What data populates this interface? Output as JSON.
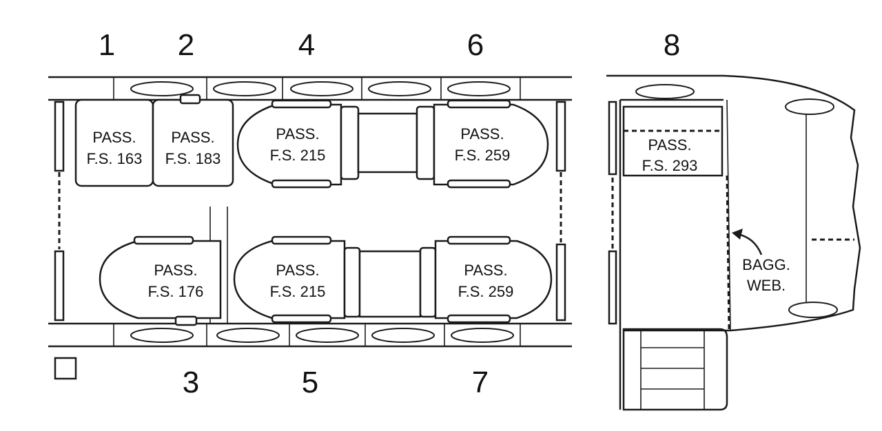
{
  "seat_positions": {
    "p1": "1",
    "p2": "2",
    "p3": "3",
    "p4": "4",
    "p5": "5",
    "p6": "6",
    "p7": "7",
    "p8": "8"
  },
  "seats": {
    "s1": {
      "line1": "PASS.",
      "line2": "F.S. 163"
    },
    "s2": {
      "line1": "PASS.",
      "line2": "F.S. 183"
    },
    "s3": {
      "line1": "PASS.",
      "line2": "F.S. 176"
    },
    "s4": {
      "line1": "PASS.",
      "line2": "F.S. 215"
    },
    "s5": {
      "line1": "PASS.",
      "line2": "F.S. 215"
    },
    "s6": {
      "line1": "PASS.",
      "line2": "F.S. 259"
    },
    "s7": {
      "line1": "PASS.",
      "line2": "F.S. 259"
    },
    "s8": {
      "line1": "PASS.",
      "line2": "F.S. 293"
    }
  },
  "baggage_web": {
    "line1": "BAGG.",
    "line2": "WEB."
  }
}
